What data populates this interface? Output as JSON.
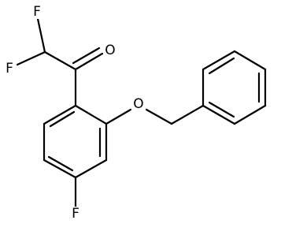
{
  "molecule": {
    "atoms": {
      "f_top": "F",
      "f_left": "F",
      "o_carbonyl": "O",
      "o_ether": "O",
      "f_ring": "F"
    }
  }
}
